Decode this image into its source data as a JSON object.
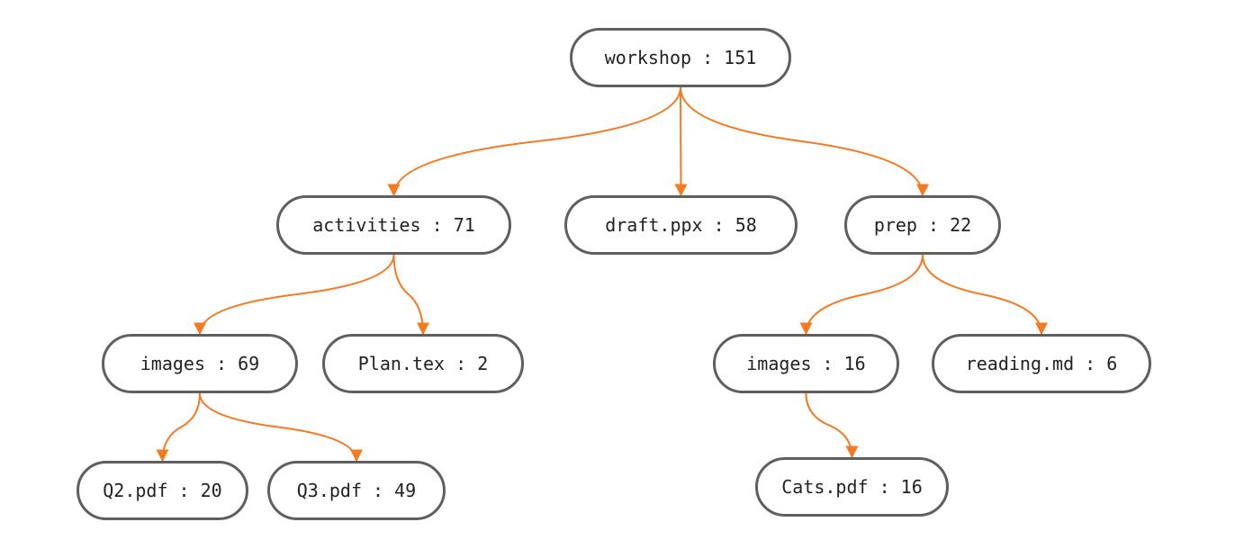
{
  "diagram": {
    "type": "tree",
    "edge_color": "#f5791f",
    "node_border_color": "#5f5f5f",
    "nodes": {
      "workshop": {
        "label": "workshop : 151"
      },
      "activities": {
        "label": "activities : 71"
      },
      "draft": {
        "label": "draft.ppx : 58"
      },
      "prep": {
        "label": "prep : 22"
      },
      "images_a": {
        "label": "images : 69"
      },
      "plan": {
        "label": "Plan.tex : 2"
      },
      "images_p": {
        "label": "images : 16"
      },
      "reading": {
        "label": "reading.md : 6"
      },
      "q2": {
        "label": "Q2.pdf : 20"
      },
      "q3": {
        "label": "Q3.pdf : 49"
      },
      "cats": {
        "label": "Cats.pdf : 16"
      }
    },
    "edges": [
      {
        "from": "workshop",
        "to": "activities"
      },
      {
        "from": "workshop",
        "to": "draft"
      },
      {
        "from": "workshop",
        "to": "prep"
      },
      {
        "from": "activities",
        "to": "images_a"
      },
      {
        "from": "activities",
        "to": "plan"
      },
      {
        "from": "prep",
        "to": "images_p"
      },
      {
        "from": "prep",
        "to": "reading"
      },
      {
        "from": "images_a",
        "to": "q2"
      },
      {
        "from": "images_a",
        "to": "q3"
      },
      {
        "from": "images_p",
        "to": "cats"
      }
    ]
  }
}
